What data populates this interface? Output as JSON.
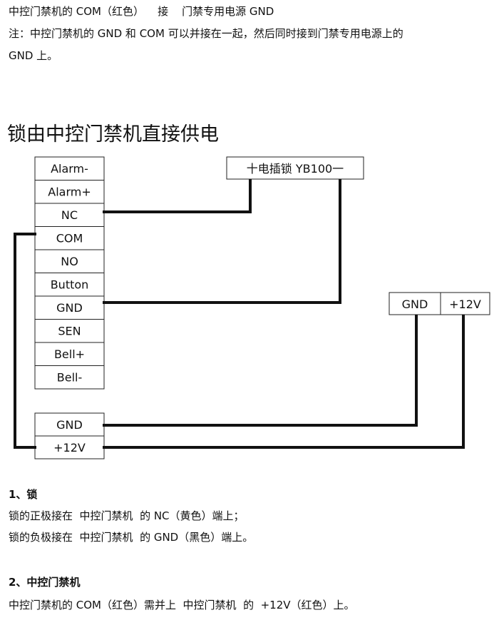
{
  "intro": {
    "line1": "中控门禁机的 COM（红色）    接    门禁专用电源 GND",
    "line2": "注：中控门禁机的 GND 和 COM 可以并接在一起，然后同时接到门禁专用电源上的",
    "line3": "GND 上。"
  },
  "diagram": {
    "title": "锁由中控门禁机直接供电",
    "terminals": [
      "Alarm-",
      "Alarm+",
      "NC",
      "COM",
      "NO",
      "Button",
      "GND",
      "SEN",
      "Bell+",
      "Bell-"
    ],
    "lock_label": "十电插锁 YB100一",
    "power_terminals": [
      "GND",
      "+12V"
    ],
    "lower_terminals": [
      "GND",
      "+12V"
    ]
  },
  "notes": {
    "section1_title": "1、锁",
    "section1_line1": "锁的正极接在  中控门禁机  的 NC（黄色）端上；",
    "section1_line2": "锁的负极接在  中控门禁机  的 GND（黑色）端上。",
    "section2_title": "2、中控门禁机",
    "section2_line1": "中控门禁机的 COM（红色）需并上  中控门禁机  的  +12V（红色）上。"
  }
}
